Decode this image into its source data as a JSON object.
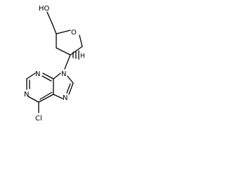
{
  "molecule": {
    "atoms": {
      "hydroxyl": "HO",
      "ring_oxygen": "O",
      "purine_n9": "N",
      "purine_n1": "N",
      "purine_n3": "N",
      "purine_n7": "N",
      "chlorine": "Cl",
      "stereo_h": "H"
    }
  }
}
